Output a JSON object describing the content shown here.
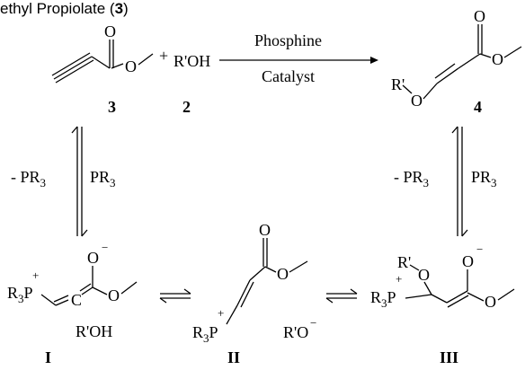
{
  "caption": {
    "text": "ethyl Propiolate (",
    "compound": "3",
    "close": ")"
  },
  "atoms": {
    "O": "O",
    "R_prime": "R'",
    "R_prime_OH": "R'OH",
    "R_prime_O": "R'O",
    "R3": "R",
    "sub3": "3",
    "P": "P",
    "C": "C",
    "plus": "+",
    "minus": "−"
  },
  "reagents": {
    "plus_sign": "+",
    "condition_top": "Phosphine",
    "condition_bottom": "Catalyst",
    "PR3_minus": "- PR",
    "PR3": "PR",
    "sub": "3"
  },
  "labels": {
    "compound_3": "3",
    "compound_2": "2",
    "compound_4": "4",
    "int_I": "I",
    "int_II": "II",
    "int_III": "III"
  }
}
